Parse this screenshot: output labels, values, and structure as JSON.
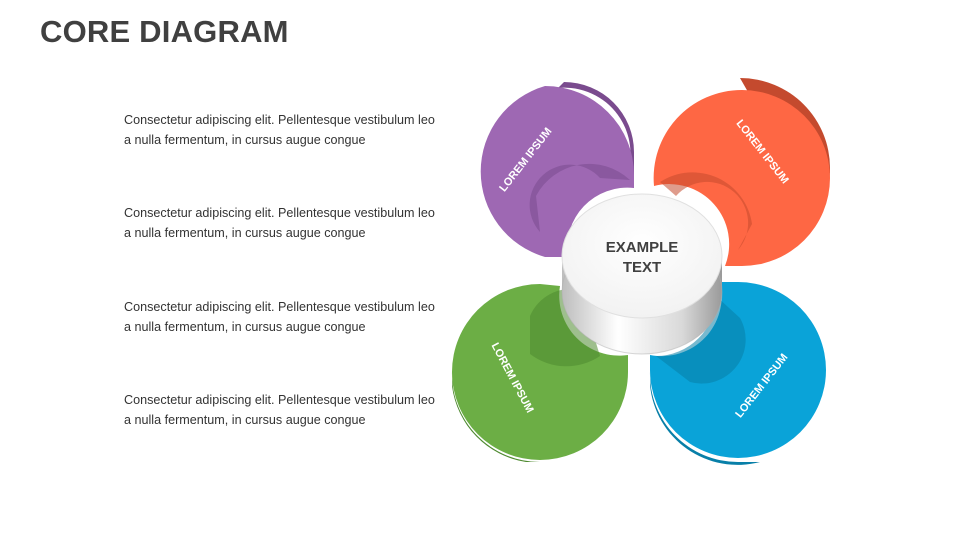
{
  "slide": {
    "title": "CORE DIAGRAM"
  },
  "descriptions": [
    "Consectetur adipiscing elit. Pellentesque vestibulum leo a nulla fermentum, in cursus augue congue",
    "Consectetur adipiscing elit. Pellentesque vestibulum leo a nulla fermentum, in cursus augue congue",
    "Consectetur adipiscing elit. Pellentesque vestibulum leo a nulla fermentum, in cursus augue congue",
    "Consectetur adipiscing elit. Pellentesque vestibulum leo a nulla fermentum, in cursus augue congue"
  ],
  "diagram": {
    "core": {
      "line1": "EXAMPLE",
      "line2": "TEXT"
    },
    "petals": [
      {
        "label": "LOREM IPSUM",
        "color": "#9E68B3",
        "shade": "#7A4B8E"
      },
      {
        "label": "LOREM IPSUM",
        "color": "#FE6744",
        "shade": "#C44A2E"
      },
      {
        "label": "LOREM IPSUM",
        "color": "#6CAE45",
        "shade": "#4E8A30"
      },
      {
        "label": "LOREM IPSUM",
        "color": "#0AA3D8",
        "shade": "#087FA8"
      }
    ]
  }
}
